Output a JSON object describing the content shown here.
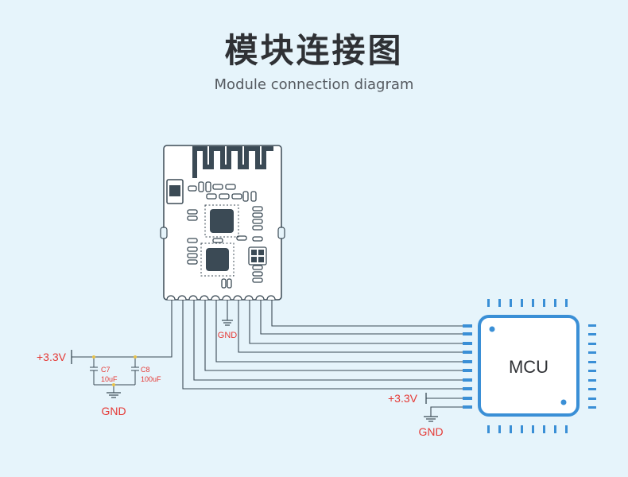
{
  "title": "模块连接图",
  "subtitle": "Module connection diagram",
  "mcu": {
    "label": "MCU"
  },
  "power": {
    "left_label": "+3.3V",
    "right_label": "+3.3V"
  },
  "ground": {
    "left_label": "GND",
    "module_label": "GND",
    "right_label": "GND"
  },
  "capacitors": [
    {
      "ref": "C7",
      "value": "10uF"
    },
    {
      "ref": "C8",
      "value": "100uF"
    }
  ],
  "colors": {
    "background": "#e6f4fb",
    "line": "#3b4a55",
    "mcu_accent": "#3a8fd6",
    "annotation": "#e53935"
  }
}
